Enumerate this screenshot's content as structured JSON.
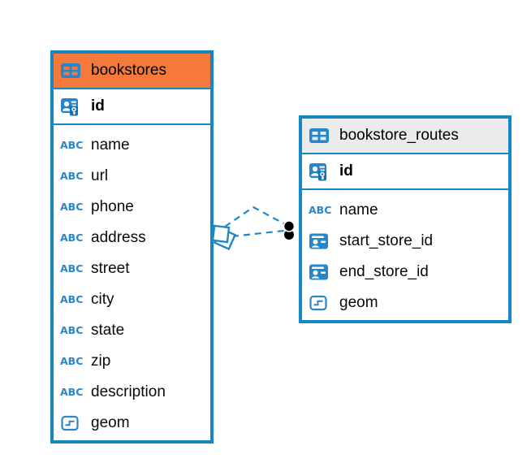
{
  "diagram": {
    "tables": [
      {
        "name": "bookstores",
        "header_color": "#F5793B",
        "icon": "table",
        "primary_key": {
          "name": "id",
          "icon": "primary-key"
        },
        "columns": [
          {
            "name": "name",
            "icon": "text"
          },
          {
            "name": "url",
            "icon": "text"
          },
          {
            "name": "phone",
            "icon": "text"
          },
          {
            "name": "address",
            "icon": "text"
          },
          {
            "name": "street",
            "icon": "text"
          },
          {
            "name": "city",
            "icon": "text"
          },
          {
            "name": "state",
            "icon": "text"
          },
          {
            "name": "zip",
            "icon": "text"
          },
          {
            "name": "description",
            "icon": "text"
          },
          {
            "name": "geom",
            "icon": "geometry"
          }
        ]
      },
      {
        "name": "bookstore_routes",
        "header_color": "#EBEBEB",
        "icon": "table",
        "primary_key": {
          "name": "id",
          "icon": "primary-key"
        },
        "columns": [
          {
            "name": "name",
            "icon": "text"
          },
          {
            "name": "start_store_id",
            "icon": "foreign-key"
          },
          {
            "name": "end_store_id",
            "icon": "foreign-key"
          },
          {
            "name": "geom",
            "icon": "geometry"
          }
        ]
      }
    ],
    "relationships": [
      {
        "from_table": "bookstores",
        "to_table": "bookstore_routes",
        "line_style": "dashed",
        "source_marker": "overlapping-squares",
        "target_marker": "filled-dot"
      },
      {
        "from_table": "bookstores",
        "to_table": "bookstore_routes",
        "line_style": "dashed",
        "source_marker": "overlapping-squares",
        "target_marker": "filled-dot"
      }
    ]
  },
  "colors": {
    "table_border": "#1587C8",
    "relationship_line": "#1E88C7",
    "icon_blue": "#2387CB",
    "icon_outline": "#2D85C5",
    "bookstores_header": "#F5793B",
    "routes_header": "#EBEBEB",
    "text": "#000000",
    "canvas": "#FFFFFF"
  }
}
